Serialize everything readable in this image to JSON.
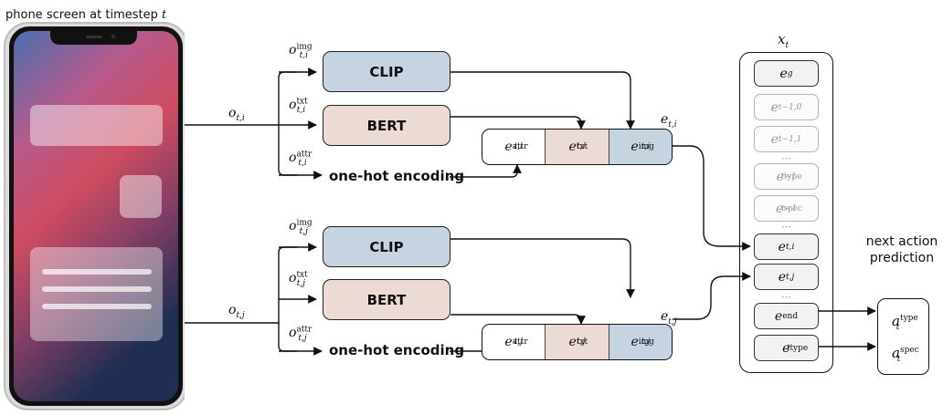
{
  "phone_caption": "phone screen at timestep t",
  "modules": {
    "clip": "CLIP",
    "bert": "BERT",
    "onehot": "one-hot encoding"
  },
  "right_header": "next action prediction",
  "row_i": {
    "obs_label": "o_{t,i}",
    "img_label": "o^img_{t,i}",
    "txt_label": "o^txt_{t,i}",
    "attr_label": "o^attr_{t,i}",
    "emb_label": "e_{t,i}",
    "cells": [
      "e^attr_{t,i}",
      "e^txt_{t,i}",
      "e^img_{t,i}"
    ]
  },
  "row_j": {
    "obs_label": "o_{t,j}",
    "img_label": "o^img_{t,j}",
    "txt_label": "o^txt_{t,j}",
    "attr_label": "o^attr_{t,j}",
    "emb_label": "e_{t,j}",
    "cells": [
      "e^attr_{t,j}",
      "e^txt_{t,j}",
      "e^img_{t,j}"
    ]
  },
  "sequence": {
    "title": "x_t",
    "items": [
      "e^g",
      "e_{t-1,0}",
      "e_{t-1,1}",
      "...",
      "e^type_{t-1}",
      "e^spec_{t-1}",
      "...",
      "e_{t,i}",
      "e_{t,j}",
      "...",
      "e^end",
      "e^type_t"
    ]
  },
  "outputs": [
    "a^type_t",
    "a^spec_t"
  ],
  "colors": {
    "clip": "#c6d4e2",
    "bert": "#ecdbd5",
    "outline": "#222222"
  }
}
